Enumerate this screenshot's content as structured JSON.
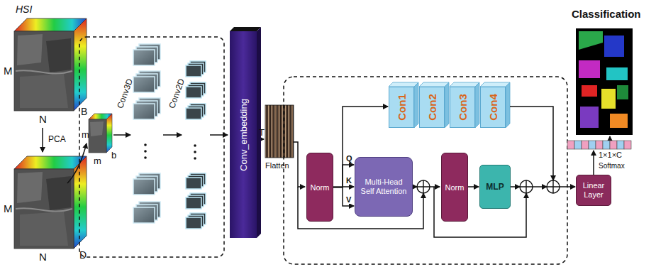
{
  "diagram": {
    "nodes": [
      {
        "text": [
          "Conv_embedding"
        ]
      },
      {
        "text": [
          "Norm"
        ]
      },
      {
        "text": [
          "Multi-Head Self Attention"
        ]
      },
      {
        "text": [
          "Norm"
        ]
      },
      {
        "text": [
          "MLP"
        ]
      },
      {
        "text": [
          "Con1"
        ]
      },
      {
        "text": [
          "Con2"
        ]
      },
      {
        "text": [
          "Con3"
        ]
      },
      {
        "text": [
          "Con4"
        ]
      },
      {
        "text": [
          "Linear Layer"
        ]
      }
    ],
    "edges": [
      {
        "from": 1,
        "to": 2,
        "label": "Q",
        "arrow": "to"
      },
      {
        "from": 1,
        "to": 2,
        "label": "K",
        "arrow": "to"
      },
      {
        "from": 1,
        "to": 2,
        "label": "V",
        "arrow": "to"
      },
      {
        "from": 1,
        "to": 5,
        "arrow": "to"
      },
      {
        "from": 3,
        "to": 4,
        "arrow": "to"
      }
    ],
    "labels": [
      "HSI",
      "M",
      "N",
      "B",
      "PCA",
      "M",
      "N",
      "D",
      "m",
      "m",
      "b",
      "Conv3D",
      "Conv2D",
      "T",
      "Flatten",
      "Classification",
      "1×1×C",
      "Softmax"
    ]
  }
}
